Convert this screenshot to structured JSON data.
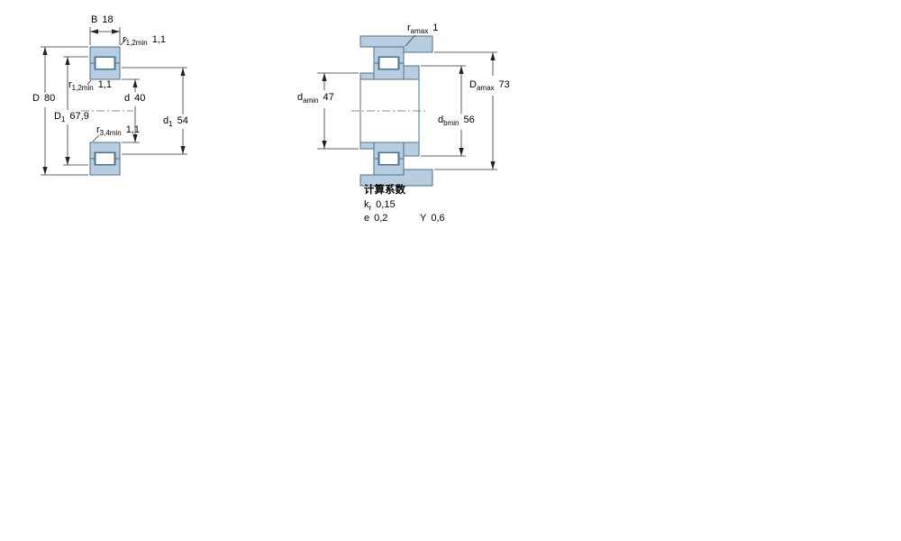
{
  "colors": {
    "section_fill": "#b8cee0",
    "section_stroke": "#4a7291",
    "line": "#333333"
  },
  "left_view": {
    "dims": {
      "B": {
        "main": "B",
        "sub": "",
        "value": "18"
      },
      "r12_top": {
        "main": "r",
        "sub": "1,2min",
        "value": "1,1"
      },
      "D": {
        "main": "D",
        "sub": "",
        "value": "80"
      },
      "r12_mid": {
        "main": "r",
        "sub": "1,2min",
        "value": "1,1"
      },
      "D1": {
        "main": "D",
        "sub": "1",
        "value": "67,9"
      },
      "d": {
        "main": "d",
        "sub": "",
        "value": "40"
      },
      "d1": {
        "main": "d",
        "sub": "1",
        "value": "54"
      },
      "r34": {
        "main": "r",
        "sub": "3,4min",
        "value": "1,1"
      }
    }
  },
  "right_view": {
    "dims": {
      "ra": {
        "main": "r",
        "sub": "amax",
        "value": "1"
      },
      "da": {
        "main": "d",
        "sub": "amin",
        "value": "47"
      },
      "Da": {
        "main": "D",
        "sub": "amax",
        "value": "73"
      },
      "db": {
        "main": "d",
        "sub": "bmin",
        "value": "56"
      }
    }
  },
  "calc_factors": {
    "title": "计算系数",
    "kr": {
      "main": "k",
      "sub": "r",
      "value": "0,15"
    },
    "e": {
      "main": "e",
      "sub": "",
      "value": "0,2"
    },
    "Y": {
      "main": "Y",
      "sub": "",
      "value": "0,6"
    }
  }
}
